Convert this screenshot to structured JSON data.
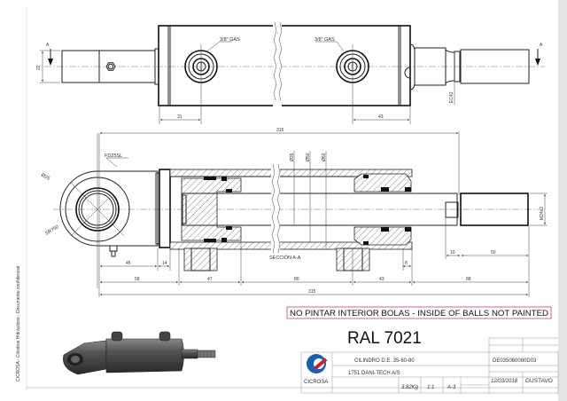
{
  "drawing": {
    "side_text": "CICROSA - Cilindros Hidráulicos - Documento confidencial",
    "top_view": {
      "port_labels": [
        "3/8\" GAS",
        "3/8\" GAS"
      ],
      "dims": {
        "port1_offset": "31",
        "port2_offset": "43",
        "rod_width": "22",
        "neck": "EC42"
      },
      "section_marker": "A"
    },
    "section_view": {
      "section_label": "SECCIÓN A-A",
      "rod_eye_label": "FD25SL",
      "eye_diameter": "Ø25",
      "eye_radius": "SR?50",
      "diameters": [
        "Ø35",
        "Ø50",
        "Ø60"
      ],
      "thread": "M24x2",
      "dims": {
        "overall_top": "315",
        "d45": "45",
        "d14": "14",
        "d58": "58",
        "d47": "47",
        "d80": "80",
        "d43": "43",
        "d88": "88",
        "overall_bottom": "315",
        "d10": "10",
        "d50": "50",
        "d8": "8"
      }
    },
    "note": "NO PINTAR INTERIOR BOLAS - INSIDE OF BALLS NOT PAINTED",
    "note_color": "#d04060",
    "ral": "RAL 7021"
  },
  "title_block": {
    "company": "CICROSA",
    "description": "CILINDRO D.E. 35-60-80",
    "customer": "1751  DANI-TECH A/S",
    "weight": "3,82Kg",
    "scale": "1:1",
    "format": "A-3",
    "code": "DE035060080D03",
    "date": "12/03/2018",
    "author": "GUSTAVO",
    "logo_colors": {
      "blue": "#1f5fa8",
      "red": "#c8202a"
    }
  }
}
